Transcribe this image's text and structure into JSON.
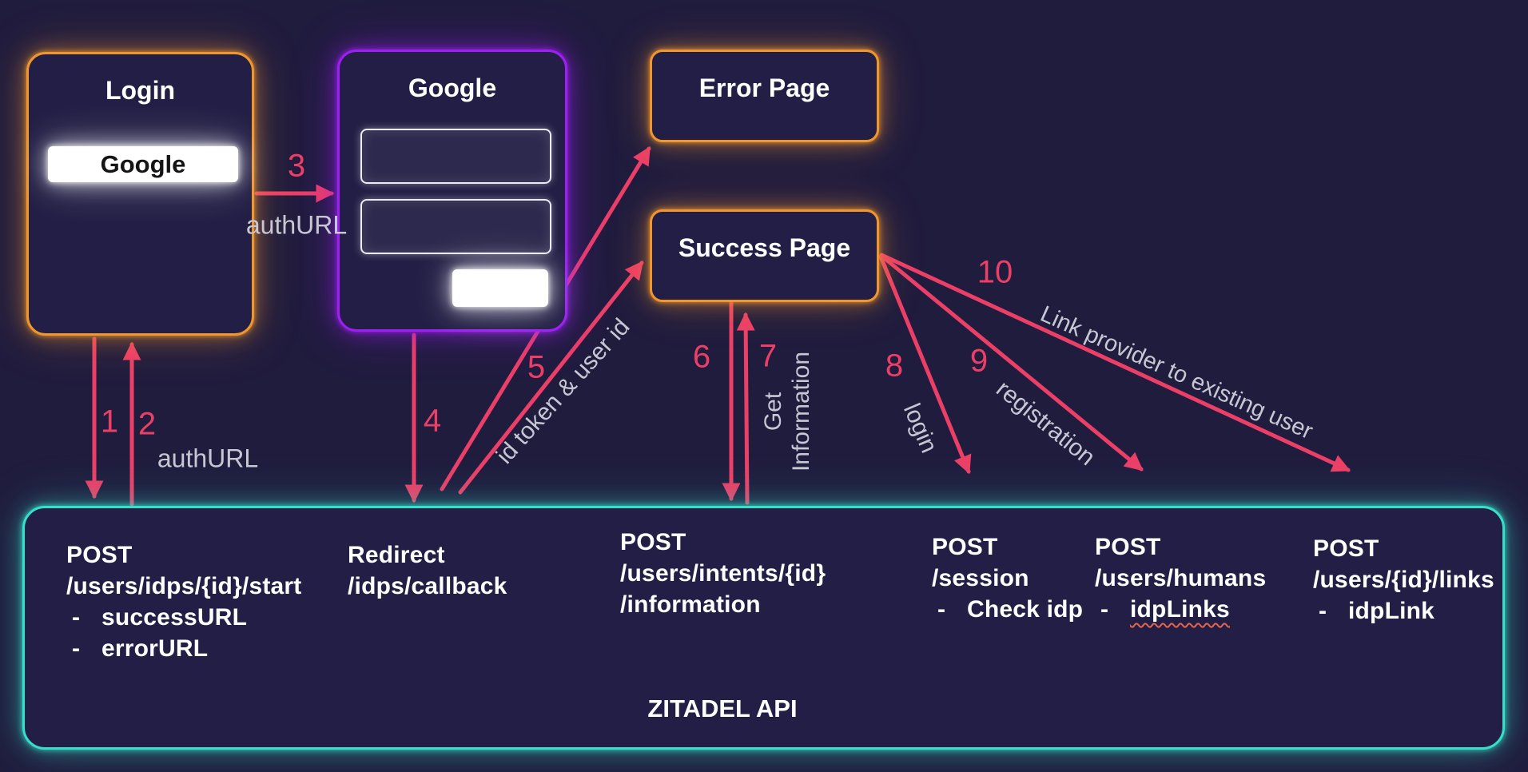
{
  "login_window": {
    "title": "Login",
    "google_button": "Google"
  },
  "google_window": {
    "title": "Google"
  },
  "error_page": {
    "title": "Error Page"
  },
  "success_page": {
    "title": "Success Page"
  },
  "api_box": {
    "title": "ZITADEL API"
  },
  "api_endpoints": [
    {
      "method": "POST",
      "paths": [
        "/users/idps/{id}/start"
      ],
      "params": [
        "successURL",
        "errorURL"
      ]
    },
    {
      "method": "Redirect",
      "paths": [
        "/idps/callback"
      ],
      "params": []
    },
    {
      "method": "POST",
      "paths": [
        "/users/intents/{id}",
        "/information"
      ],
      "params": []
    },
    {
      "method": "POST",
      "paths": [
        "/session"
      ],
      "params": [
        "Check idp"
      ]
    },
    {
      "method": "POST",
      "paths": [
        "/users/humans"
      ],
      "params": [
        "idpLinks"
      ],
      "misspelled_param": "idpLinks"
    },
    {
      "method": "POST",
      "paths": [
        "/users/{id}/links"
      ],
      "params": [
        "idpLink"
      ]
    }
  ],
  "step_numbers": [
    "1",
    "2",
    "3",
    "4",
    "5",
    "6",
    "7",
    "8",
    "9",
    "10"
  ],
  "labels": {
    "auth_url_steps12": "authURL",
    "auth_url_step3": "authURL",
    "id_token": "id token & user id",
    "get_information": "Get\nInformation",
    "login": "login",
    "registration": "registration",
    "link_provider": "Link provider to existing user"
  },
  "colors": {
    "background": "#201c3e",
    "pink": "#ec3f68",
    "orange": "#f0962e",
    "purple": "#9d1ff2",
    "teal": "#36dfca",
    "squiggle": "#e2654c"
  }
}
